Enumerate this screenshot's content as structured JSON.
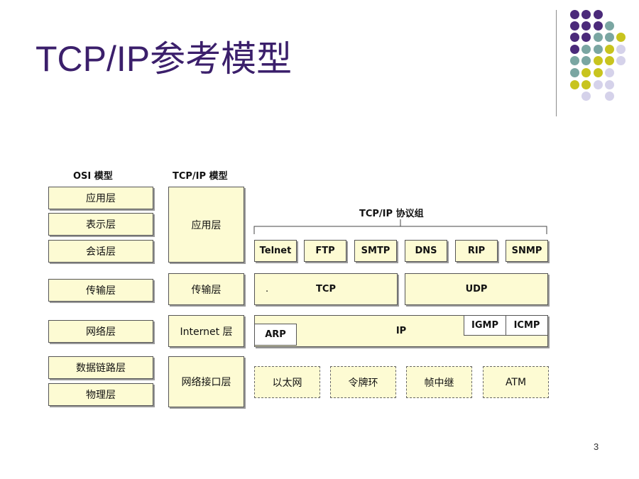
{
  "title": "TCP/IP参考模型",
  "page_number": "3",
  "colors": {
    "title": "#3b1f6b",
    "box_fill": "#fdfbd3",
    "dot_purple": "#4b2a7a",
    "dot_teal": "#7aa6a2",
    "dot_yellow": "#c8c41e",
    "dot_lavender": "#d5d2ea"
  },
  "osi": {
    "header": "OSI 模型",
    "layers": [
      "应用层",
      "表示层",
      "会话层",
      "传输层",
      "网络层",
      "数据链路层",
      "物理层"
    ]
  },
  "tcpip": {
    "header": "TCP/IP 模型",
    "layers": [
      "应用层",
      "传输层",
      "Internet 层",
      "网络接口层"
    ]
  },
  "suite": {
    "header": "TCP/IP 协议组",
    "app_protocols": [
      "Telnet",
      "FTP",
      "SMTP",
      "DNS",
      "RIP",
      "SNMP"
    ],
    "transport": [
      "TCP",
      "UDP"
    ],
    "tcp_mark": ".",
    "ip": "IP",
    "arp": "ARP",
    "igmp": "IGMP",
    "icmp": "ICMP",
    "link": [
      "以太网",
      "令牌环",
      "帧中继",
      "ATM"
    ]
  }
}
